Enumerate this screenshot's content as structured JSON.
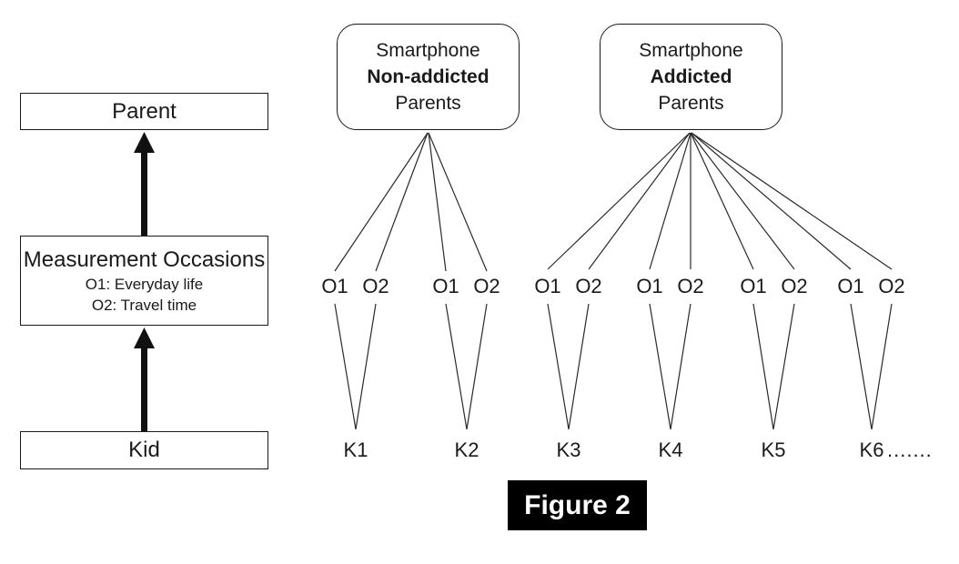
{
  "left_panel": {
    "parent_label": "Parent",
    "measurement": {
      "title": "Measurement Occasions",
      "occasion1": "O1: Everyday life",
      "occasion2": "O2: Travel time"
    },
    "kid_label": "Kid"
  },
  "groups": [
    {
      "title_line1": "Smartphone",
      "title_line2": "Non-addicted",
      "title_line3": "Parents",
      "connects_to": [
        "K1",
        "K2"
      ]
    },
    {
      "title_line1": "Smartphone",
      "title_line2": "Addicted",
      "title_line3": "Parents",
      "connects_to": [
        "K3",
        "K4",
        "K5",
        "K6"
      ]
    }
  ],
  "occasions": [
    "O1",
    "O2",
    "O1",
    "O2",
    "O1",
    "O2",
    "O1",
    "O2",
    "O1",
    "O2",
    "O1",
    "O2"
  ],
  "kids": [
    "K1",
    "K2",
    "K3",
    "K4",
    "K5",
    "K6"
  ],
  "kids_trailing_dots": ".......",
  "caption": "Figure 2",
  "colors": {
    "line": "#1a1a1a",
    "caption_bg": "#000000",
    "caption_text": "#ffffff"
  }
}
